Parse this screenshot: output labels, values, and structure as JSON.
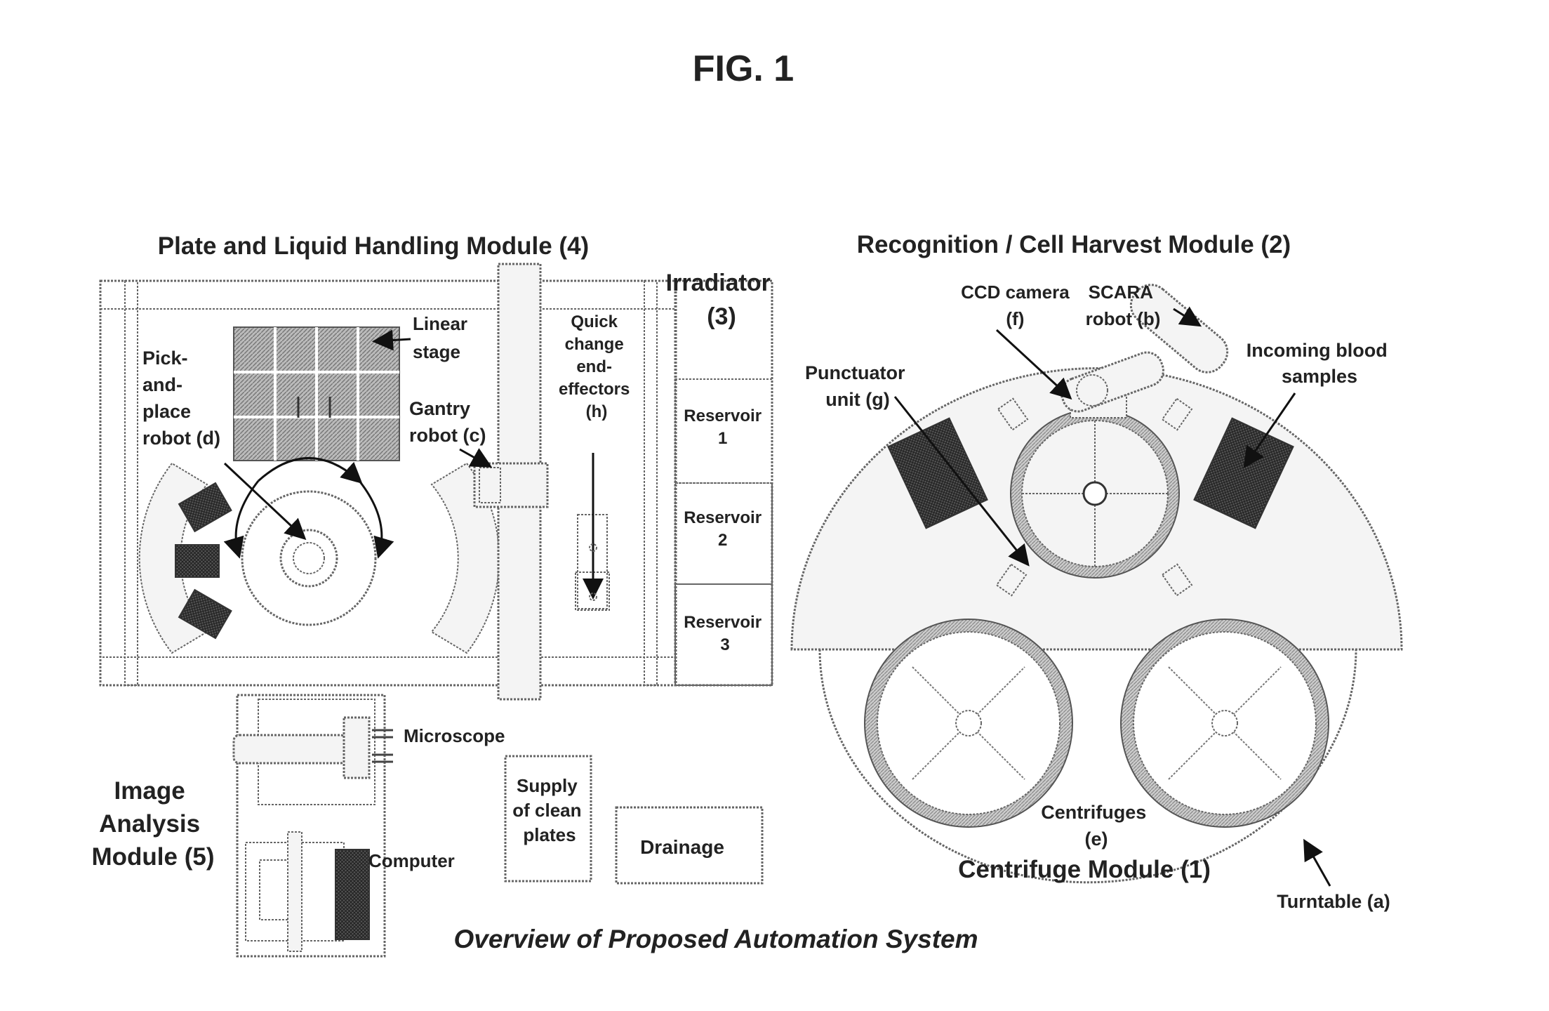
{
  "figure_title": "FIG. 1",
  "caption": "Overview of Proposed Automation System",
  "modules": {
    "plate_liquid": "Plate and Liquid Handling Module (4)",
    "recognition": "Recognition / Cell Harvest Module (2)",
    "irradiator_line1": "Irradiator",
    "irradiator_line2": "(3)",
    "image_analysis": [
      "Image",
      "Analysis",
      "Module (5)"
    ],
    "centrifuge": "Centrifuge Module (1)"
  },
  "labels": {
    "linear_stage": [
      "Linear",
      "stage"
    ],
    "pick_place": [
      "Pick-",
      "and-",
      "place",
      "robot (d)"
    ],
    "gantry": [
      "Gantry",
      "robot (c)"
    ],
    "quick_change": [
      "Quick",
      "change",
      "end-",
      "effectors",
      "(h)"
    ],
    "reservoir_1": [
      "Reservoir",
      "1"
    ],
    "reservoir_2": [
      "Reservoir",
      "2"
    ],
    "reservoir_3": [
      "Reservoir",
      "3"
    ],
    "microscope": "Microscope",
    "computer": "Computer",
    "supply": [
      "Supply",
      "of clean",
      "plates"
    ],
    "drainage": "Drainage",
    "ccd_camera": [
      "CCD camera",
      "(f)"
    ],
    "scara": [
      "SCARA",
      "robot (b)"
    ],
    "incoming_blood": [
      "Incoming blood",
      "samples"
    ],
    "punctuator": [
      "Punctuator",
      "unit (g)"
    ],
    "centrifuges": [
      "Centrifuges",
      "(e)"
    ],
    "turntable": "Turntable (a)"
  }
}
